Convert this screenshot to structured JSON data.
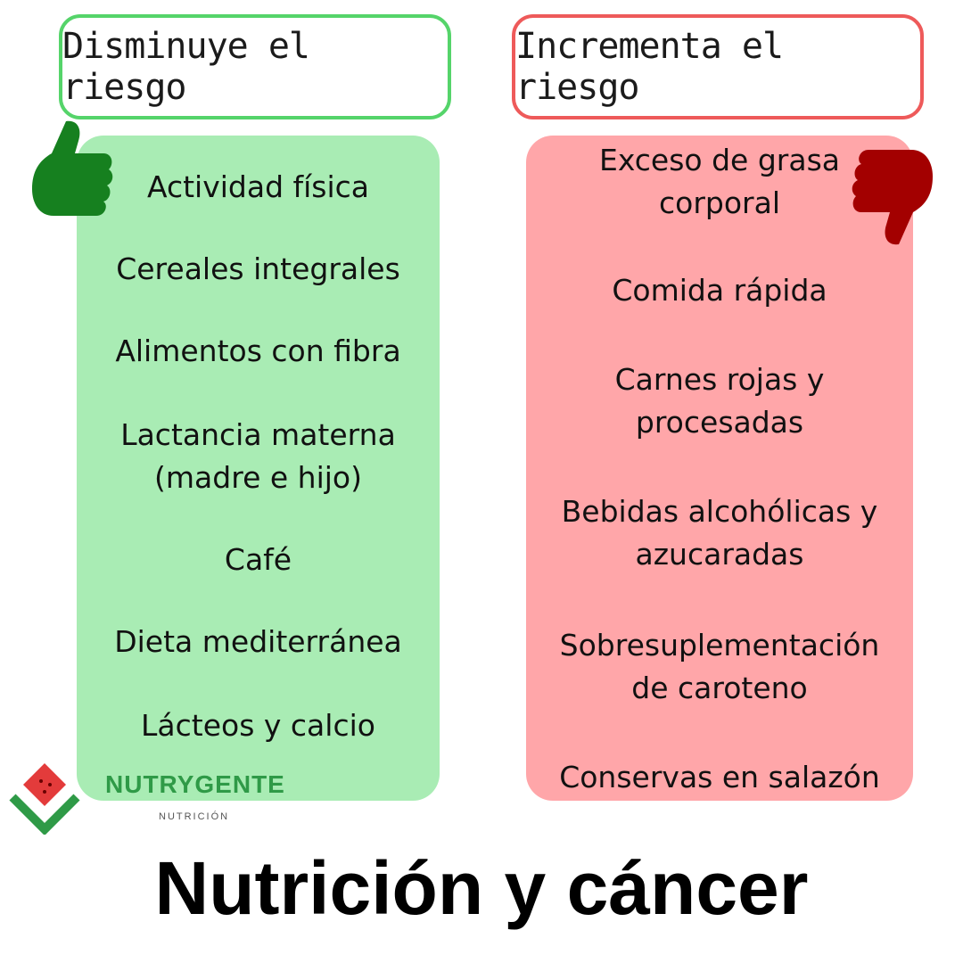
{
  "left": {
    "title": "Disminuye el riesgo",
    "items": [
      "Actividad física",
      "Cereales integrales",
      "Alimentos con fibra",
      "Lactancia materna\n(madre e hijo)",
      "Café",
      "Dieta mediterránea",
      "Lácteos y calcio"
    ]
  },
  "right": {
    "title": "Incrementa el riesgo",
    "items": [
      "Exceso de grasa\ncorporal",
      "Comida rápida",
      "Carnes rojas y\nprocesadas",
      "Bebidas alcohólicas y\nazucaradas",
      "Sobresuplementación\nde caroteno",
      "Conservas en salazón"
    ]
  },
  "brand": {
    "name": "NUTRYGENTE",
    "subtitle": "NUTRICIÓN"
  },
  "title": "Nutrición y cáncer",
  "colors": {
    "green_accent": "#55d46a",
    "green_panel": "#a9ecb4",
    "red_accent": "#ee5a5a",
    "red_panel": "#ffa6a9",
    "thumb_up": "#16801f",
    "thumb_down": "#a30000"
  },
  "icons": [
    "thumbs-up-icon",
    "thumbs-down-icon",
    "watermelon-logo-icon"
  ]
}
